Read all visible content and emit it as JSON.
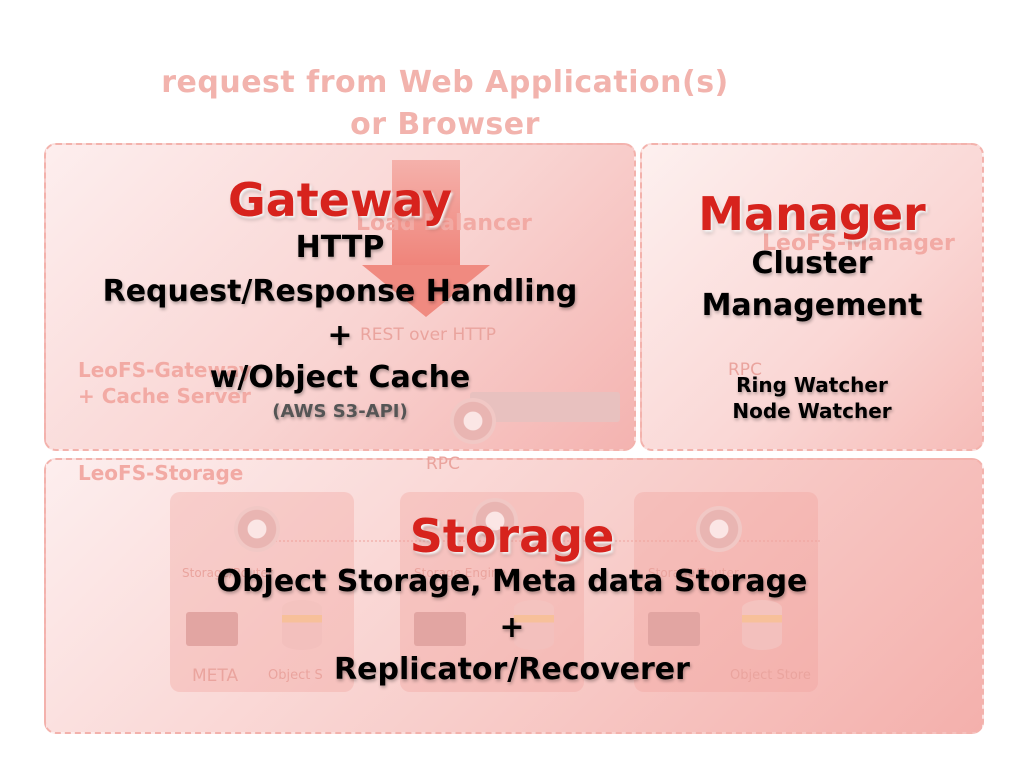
{
  "request": {
    "line1": "request from Web Application(s)",
    "line2": "or Browser"
  },
  "gateway": {
    "title": "Gateway",
    "lines": [
      "HTTP",
      "Request/Response Handling",
      "+",
      "w/Object Cache"
    ],
    "api": "(AWS S3-API)",
    "bg": {
      "load_balancer": "Load Balancer",
      "rest": "REST over HTTP",
      "gateway_line1": "LeoFS-Gateway",
      "gateway_line2": "+ Cache Server"
    }
  },
  "manager": {
    "title": "Manager",
    "lines": [
      "Cluster",
      "Management"
    ],
    "watchers": [
      "Ring Watcher",
      "Node Watcher"
    ],
    "bg": {
      "manager": "LeoFS-Manager",
      "rpc": "RPC"
    }
  },
  "storage": {
    "title": "Storage",
    "line1": "Object Storage,  Meta data Storage",
    "plus": "+",
    "line2": "Replicator/Recoverer",
    "bg": {
      "storage": "LeoFS-Storage",
      "rpc": "RPC",
      "meta": "META",
      "object_store": "Object Store",
      "object_s": "Object S",
      "storage_engine": "Storage Engine",
      "storage_router": "Storage/Router"
    }
  },
  "colors": {
    "heading_red": "#d7231d",
    "faint_red": "#f2aaa4"
  }
}
